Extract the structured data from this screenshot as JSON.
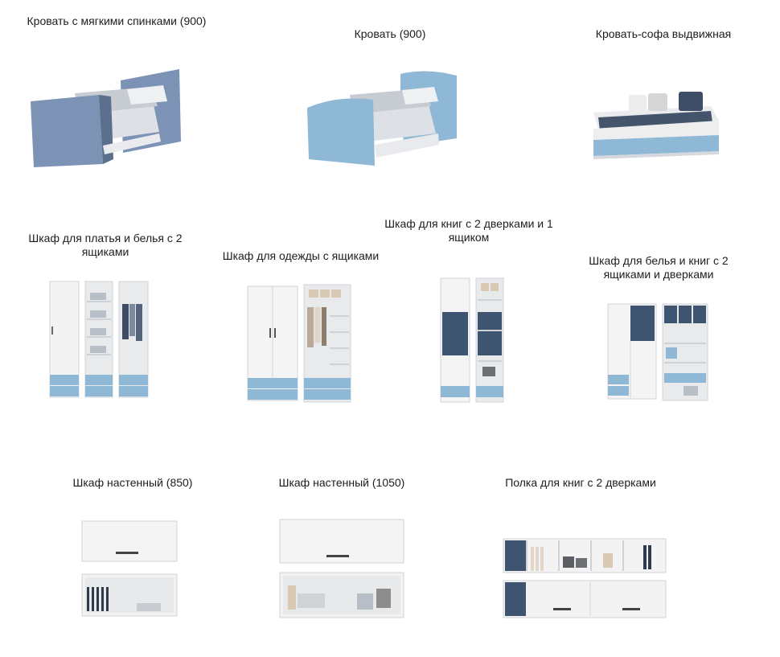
{
  "catalog": {
    "items": [
      {
        "label": "Кровать с мягкими спинками (900)",
        "icon": "upholstered-bed-icon"
      },
      {
        "label": "Кровать (900)",
        "icon": "bed-icon"
      },
      {
        "label": "Кровать-софа выдвижная",
        "icon": "sofa-bed-icon"
      },
      {
        "label": "Шкаф для платья и белья с 2 ящиками",
        "icon": "wardrobe-icon"
      },
      {
        "label": "Шкаф для одежды с ящиками",
        "icon": "wardrobe-icon"
      },
      {
        "label": "Шкаф для книг с 2 дверками и 1 ящиком",
        "icon": "bookcase-icon"
      },
      {
        "label": "Шкаф для белья и книг с 2 ящиками и дверками",
        "icon": "cabinet-icon"
      },
      {
        "label": "Шкаф настенный (850)",
        "icon": "wall-cabinet-icon"
      },
      {
        "label": "Шкаф настенный (1050)",
        "icon": "wall-cabinet-icon"
      },
      {
        "label": "Полка для книг с 2 дверками",
        "icon": "wall-shelf-icon"
      }
    ]
  },
  "colors": {
    "blue": "#8fb8d6",
    "blue_dark": "#5f87a8",
    "upholstery": "#7d93b5",
    "white": "#f4f4f4",
    "frame": "#d5d8dc",
    "navy": "#3b4d66"
  }
}
